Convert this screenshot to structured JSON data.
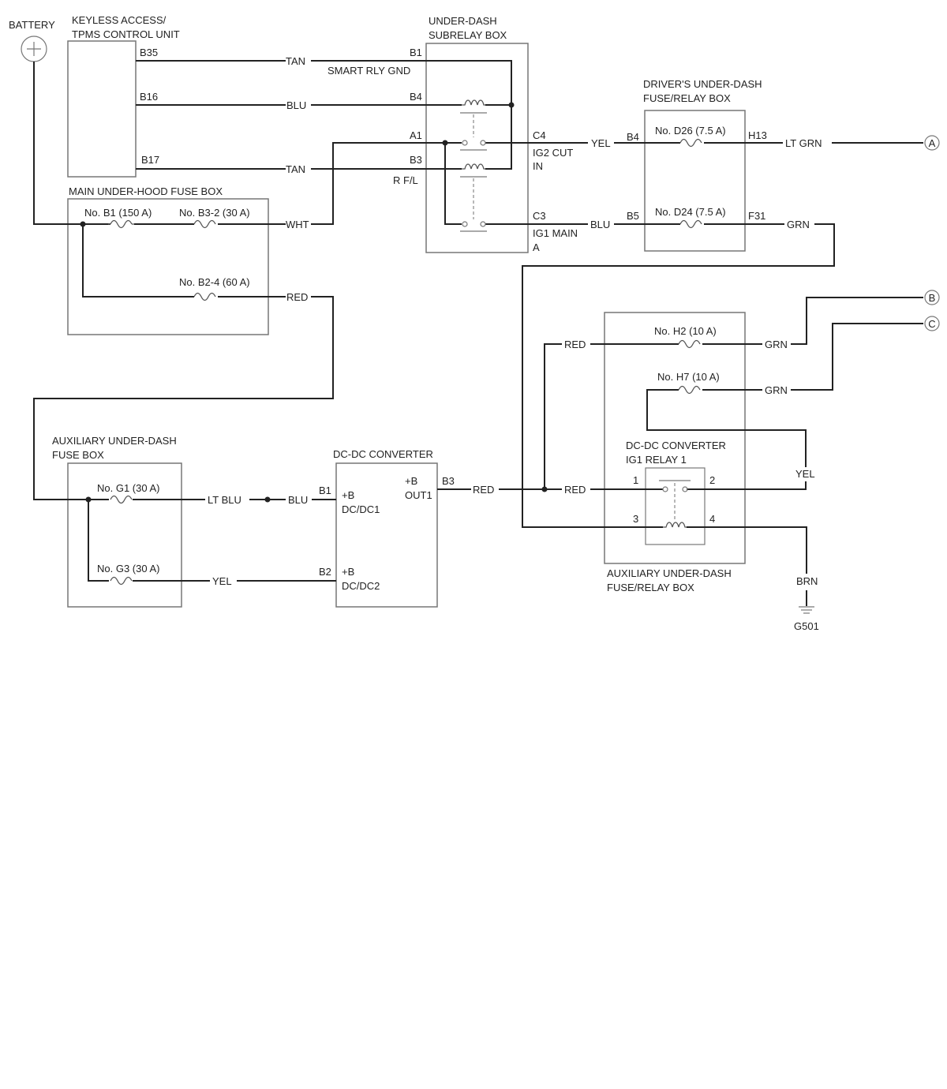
{
  "components": {
    "battery": "BATTERY",
    "keyless_line1": "KEYLESS ACCESS/",
    "keyless_line2": "TPMS CONTROL UNIT",
    "subrelay_line1": "UNDER-DASH",
    "subrelay_line2": "SUBRELAY BOX",
    "drivers_line1": "DRIVER'S UNDER-DASH",
    "drivers_line2": "FUSE/RELAY BOX",
    "main_fuse_box": "MAIN UNDER-HOOD FUSE BOX",
    "aux_fuse_line1": "AUXILIARY UNDER-DASH",
    "aux_fuse_line2": "FUSE BOX",
    "dcdc": "DC-DC CONVERTER",
    "dcdc_relay_line1": "DC-DC CONVERTER",
    "dcdc_relay_line2": "IG1 RELAY 1",
    "aux_relay_line1": "AUXILIARY UNDER-DASH",
    "aux_relay_line2": "FUSE/RELAY BOX",
    "ground": "G501"
  },
  "fuses": {
    "b1": "No. B1 (150 A)",
    "b3_2": "No. B3-2 (30 A)",
    "b2_4": "No. B2-4 (60 A)",
    "d26": "No. D26 (7.5 A)",
    "d24": "No. D24 (7.5 A)",
    "h2": "No. H2 (10 A)",
    "h7": "No. H7 (10 A)",
    "g1": "No. G1 (30 A)",
    "g3": "No. G3 (30 A)"
  },
  "pins": {
    "b35": "B35",
    "b16": "B16",
    "b17": "B17",
    "sub_b1": "B1",
    "sub_b4": "B4",
    "sub_a1": "A1",
    "sub_b3": "B3",
    "sub_c4": "C4",
    "sub_c3": "C3",
    "drv_b4": "B4",
    "drv_b5": "B5",
    "drv_h13": "H13",
    "drv_f31": "F31",
    "dc_b1": "B1",
    "dc_b2": "B2",
    "dc_b3": "B3",
    "relay_1": "1",
    "relay_2": "2",
    "relay_3": "3",
    "relay_4": "4"
  },
  "terminals": {
    "smart_rly_gnd": "SMART RLY GND",
    "rfl": "R F/L",
    "ig2_cut_line1": "IG2 CUT",
    "ig2_cut_line2": "IN",
    "ig1_main_line1": "IG1 MAIN",
    "ig1_main_line2": "A",
    "b_dcdc1_line1": "+B",
    "b_dcdc1_line2": "DC/DC1",
    "b_dcdc2_line1": "+B",
    "b_dcdc2_line2": "DC/DC2",
    "out1_line1": "+B",
    "out1_line2": "OUT1"
  },
  "wires": {
    "tan1": "TAN",
    "blu1": "BLU",
    "tan2": "TAN",
    "wht": "WHT",
    "red1": "RED",
    "yel1": "YEL",
    "ltgrn": "LT GRN",
    "blu2": "BLU",
    "grn1": "GRN",
    "red_h2": "RED",
    "grn_h2": "GRN",
    "grn_h7": "GRN",
    "yel_relay": "YEL",
    "red_relay": "RED",
    "red_out": "RED",
    "ltblu": "LT BLU",
    "blu_dc": "BLU",
    "yel_g3": "YEL",
    "brn": "BRN"
  },
  "connectors": {
    "a": "A",
    "b": "B",
    "c": "C"
  }
}
